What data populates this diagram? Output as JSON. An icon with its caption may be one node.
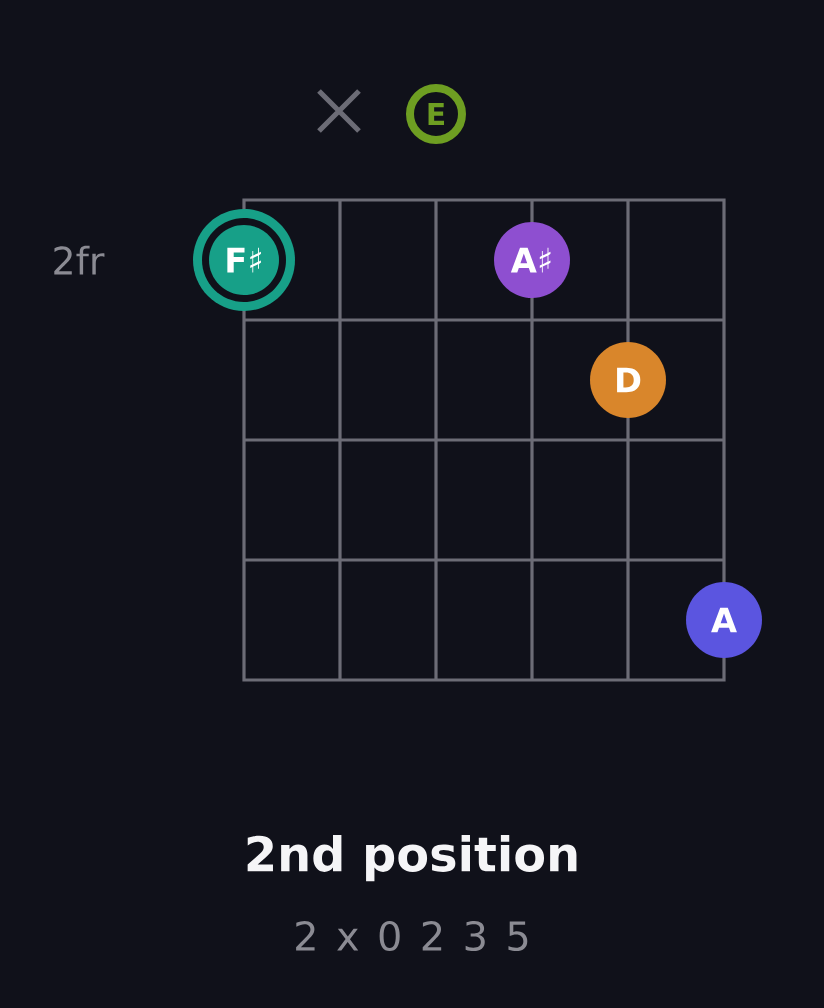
{
  "diagram": {
    "title": "2nd position",
    "nodes": [
      {
        "text": [
          "E"
        ]
      },
      {
        "text": [
          "F♯"
        ]
      },
      {
        "text": [
          "A♯"
        ]
      },
      {
        "text": [
          "D"
        ]
      },
      {
        "text": [
          "A"
        ]
      }
    ],
    "labels": [
      "2fr",
      "2 x 0 2 3 5"
    ]
  }
}
